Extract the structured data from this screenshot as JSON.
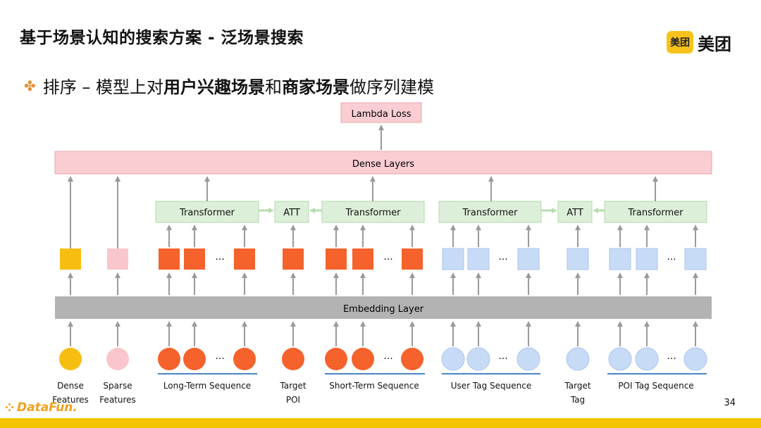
{
  "header": {
    "title": "基于场景认知的搜索方案 - 泛场景搜索",
    "logo_badge": "美团",
    "logo_text": "美团"
  },
  "bullet": {
    "prefix": "排序 – 模型上对",
    "bold1": "用户兴趣场景",
    "mid": "和",
    "bold2": "商家场景",
    "suffix": "做序列建模"
  },
  "diagram": {
    "lambda_loss": "Lambda Loss",
    "dense_layers": "Dense Layers",
    "embedding_layer": "Embedding Layer",
    "transformer_label": "Transformer",
    "att_label": "ATT",
    "ellipsis": "···",
    "bottom_labels": {
      "dense_features": [
        "Dense",
        "Features"
      ],
      "sparse_features": [
        "Sparse",
        "Features"
      ],
      "long_term": "Long-Term Sequence",
      "target_poi": [
        "Target",
        "POI"
      ],
      "short_term": "Short-Term Sequence",
      "user_tag": "User Tag Sequence",
      "target_tag": [
        "Target",
        "Tag"
      ],
      "poi_tag": "POI Tag Sequence"
    }
  },
  "colors": {
    "dense_layer_fill": "#f9cdd2",
    "transformer_fill": "#dcefd8",
    "embedding_fill": "#b3b3b3",
    "orange": "#f5622b",
    "yellow": "#f7be12",
    "pink": "#f9c6cc",
    "blue": "#c7dbf6",
    "accent": "#f5c400"
  },
  "footer": {
    "brand": "DataFun.",
    "page": "34"
  }
}
